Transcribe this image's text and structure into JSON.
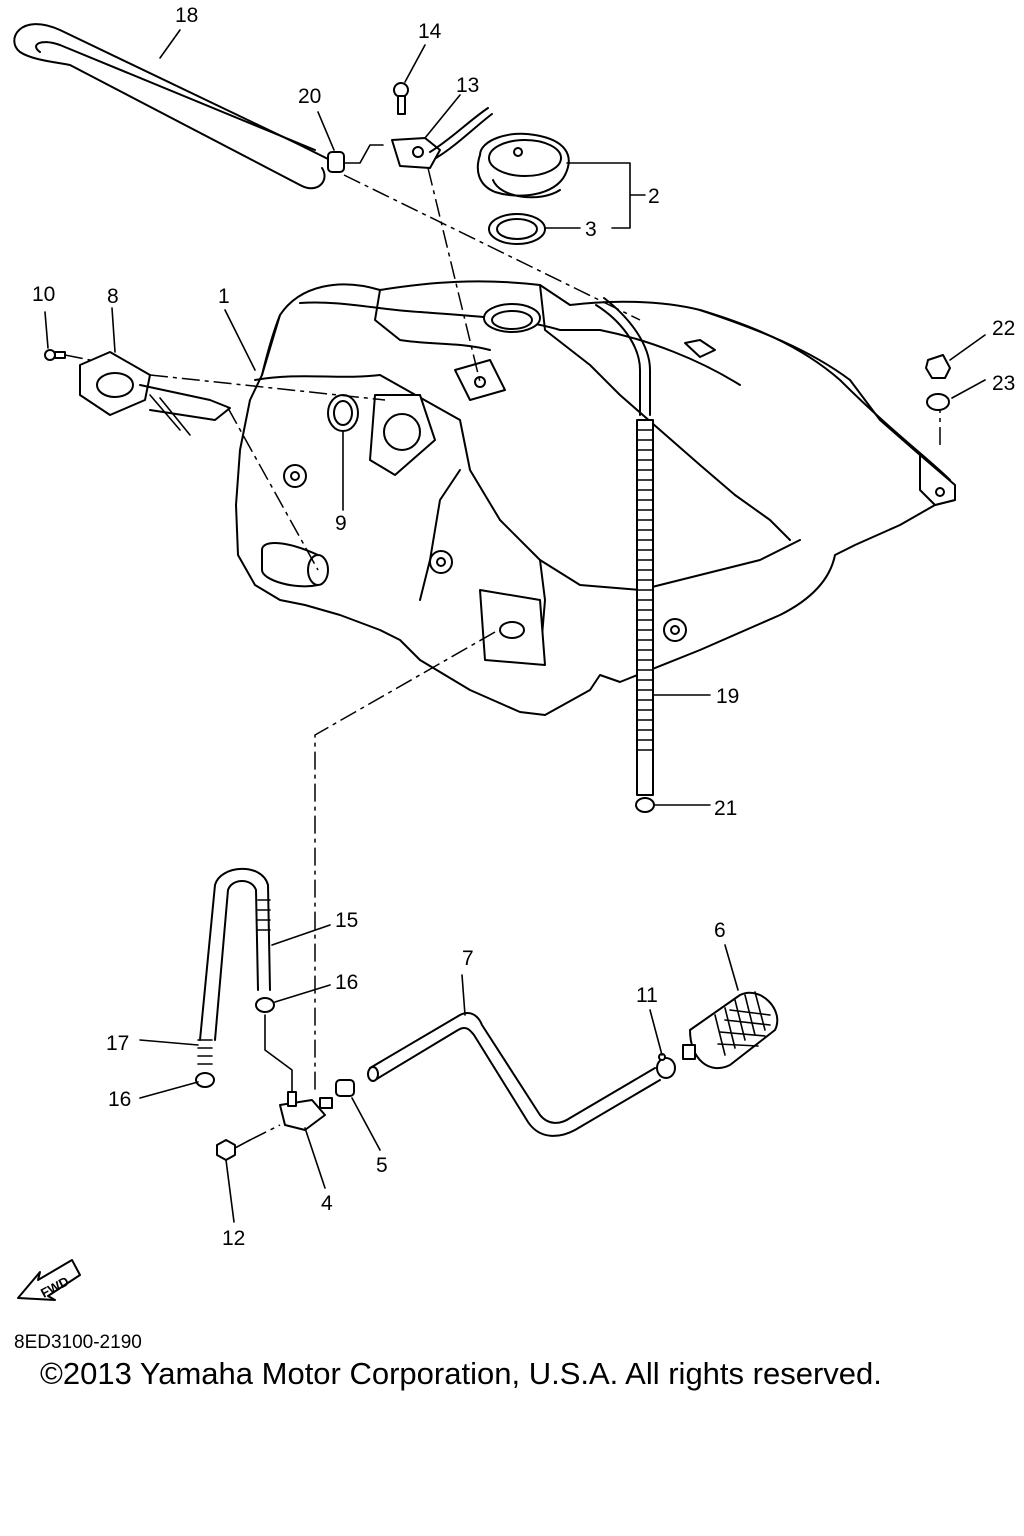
{
  "diagram": {
    "callouts": [
      {
        "id": "18",
        "label": "18"
      },
      {
        "id": "14",
        "label": "14"
      },
      {
        "id": "13",
        "label": "13"
      },
      {
        "id": "20",
        "label": "20"
      },
      {
        "id": "2",
        "label": "2"
      },
      {
        "id": "3",
        "label": "3"
      },
      {
        "id": "10",
        "label": "10"
      },
      {
        "id": "8",
        "label": "8"
      },
      {
        "id": "1",
        "label": "1"
      },
      {
        "id": "22",
        "label": "22"
      },
      {
        "id": "23",
        "label": "23"
      },
      {
        "id": "9",
        "label": "9"
      },
      {
        "id": "19",
        "label": "19"
      },
      {
        "id": "21",
        "label": "21"
      },
      {
        "id": "15",
        "label": "15"
      },
      {
        "id": "16a",
        "label": "16"
      },
      {
        "id": "6",
        "label": "6"
      },
      {
        "id": "7",
        "label": "7"
      },
      {
        "id": "11",
        "label": "11"
      },
      {
        "id": "17",
        "label": "17"
      },
      {
        "id": "16b",
        "label": "16"
      },
      {
        "id": "5",
        "label": "5"
      },
      {
        "id": "4",
        "label": "4"
      },
      {
        "id": "12",
        "label": "12"
      }
    ],
    "fwd_badge": "FWD",
    "document_code": "8ED3100-2190",
    "copyright": "©2013 Yamaha Motor Corporation, U.S.A. All rights reserved."
  }
}
